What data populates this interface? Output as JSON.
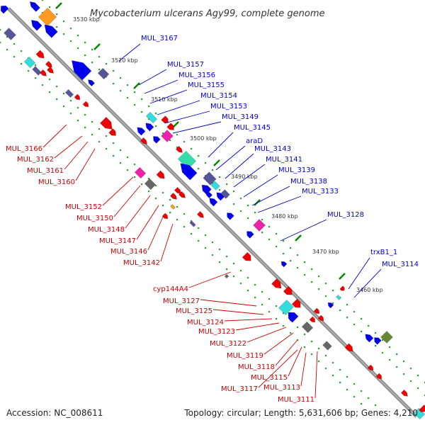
{
  "title": "Mycobacterium ulcerans Agy99, complete genome",
  "footer": {
    "accession": "Accession: NC_008611",
    "summary": "Topology: circular; Length: 5,631,606 bp; Genes: 4,210"
  },
  "colors": {
    "backbone": "#808080",
    "forward": "#ee0000",
    "reverse": "#0000ee",
    "tick": "#008800",
    "dot": "#22aa22",
    "label_forward": "#cc0000",
    "label_reverse": "#0000cc",
    "orange": "#ff9922",
    "purple": "#555599",
    "pink": "#ee22aa",
    "cyan": "#33dddd",
    "teal": "#33ddaa",
    "olive": "#668833",
    "grey": "#666666"
  },
  "axis": {
    "kbp_labels": [
      "3530 kbp",
      "3520 kbp",
      "3510 kbp",
      "3500 kbp",
      "3490 kbp",
      "3480 kbp",
      "3470 kbp",
      "3460 kbp"
    ]
  },
  "labels_reverse": [
    "MUL_3167",
    "MUL_3157",
    "MUL_3156",
    "MUL_3155",
    "MUL_3154",
    "MUL_3153",
    "MUL_3149",
    "MUL_3145",
    "araD",
    "MUL_3143",
    "MUL_3141",
    "MUL_3139",
    "MUL_3138",
    "MUL_3133",
    "MUL_3128",
    "trxB1_1",
    "MUL_3114"
  ],
  "labels_forward": [
    "MUL_3166",
    "MUL_3162",
    "MUL_3161",
    "MUL_3160",
    "MUL_3152",
    "MUL_3150",
    "MUL_3148",
    "MUL_3147",
    "MUL_3146",
    "MUL_3142",
    "cyp144A4",
    "MUL_3127",
    "MUL_3125",
    "MUL_3124",
    "MUL_3123",
    "MUL_3122",
    "MUL_3119",
    "MUL_3118",
    "MUL_3115",
    "MUL_3117",
    "MUL_3113",
    "MUL_3111"
  ]
}
